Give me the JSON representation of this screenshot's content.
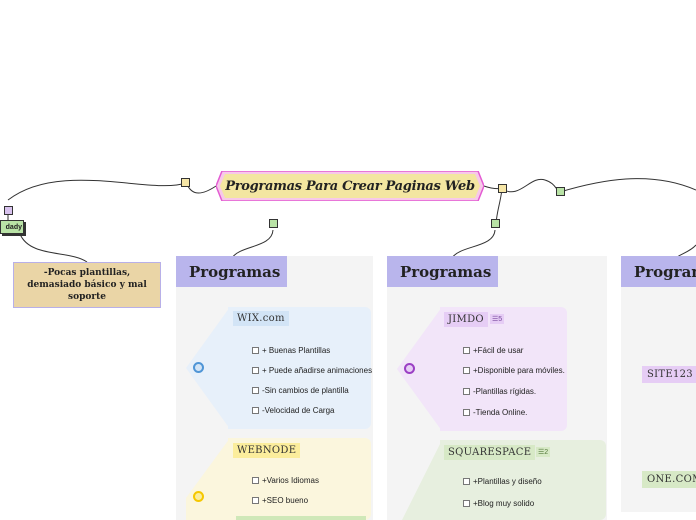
{
  "root": {
    "title": "Programas Para Crear Paginas Web"
  },
  "left": {
    "godaddy_label": "dady",
    "note": "-Pocas plantillas, demasiado básico y mal soporte"
  },
  "groups": [
    {
      "header": "Programas",
      "subtopics": [
        {
          "label": "WIX.com",
          "items": [
            "+ Buenas Plantillas",
            "+ Puede añadirse animaciones",
            "-Sin cambios de plantilla",
            "-Velocidad de Carga"
          ]
        },
        {
          "label": "WEBNODE",
          "items": [
            "+Varios Idiomas",
            "+SEO bueno"
          ]
        }
      ]
    },
    {
      "header": "Programas",
      "subtopics": [
        {
          "label": "JIMDO",
          "badge": "5",
          "items": [
            "+Fácil de usar",
            "+Disponible para móviles.",
            "-Plantillas rígidas.",
            "-Tienda Online."
          ]
        },
        {
          "label": "SQUARESPACE",
          "badge": "2",
          "items": [
            "+Plantillas y diseño",
            "+Blog muy solido"
          ]
        }
      ]
    },
    {
      "header": "Programas",
      "nodes": [
        "SITE123",
        "ONE.COM"
      ]
    }
  ],
  "colors": {
    "header": "#b9b5ec",
    "root_border": "#e35bd3",
    "wix": "#4f95d6",
    "webnode": "#f5c700",
    "jimdo": "#9b3fc4",
    "squarespace": "#6aa84f"
  }
}
